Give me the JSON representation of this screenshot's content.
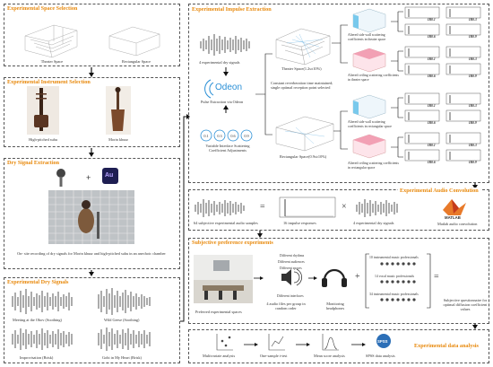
{
  "panels": {
    "space_selection": {
      "title": "Experimental Space Selection",
      "theater": "Theater Space",
      "rect": "Rectangular Space"
    },
    "instrument_selection": {
      "title": "Experimental Instrument Selection",
      "suhu": "High-pitched suhu",
      "morin": "Morin khuur"
    },
    "dry_extraction": {
      "title": "Dry Signal Extraction",
      "au": "Au",
      "caption": "On- site recording of dry signals for Morin khuur and high-pitched suhu in an anechoic chamber"
    },
    "dry_signals": {
      "title": "Experimental Dry Signals",
      "s1": "Meeting at the Obov (Soothing)",
      "s2": "Wild Geese (Soothing)",
      "s3": "Improvisation (Brisk)",
      "s4": "Gobi in My Heart (Brisk)"
    },
    "impulse": {
      "title": "Experimental Impulse Extraction",
      "dry4": "4 experimental dry signals",
      "odeon": "Odeon",
      "pulse": "Pulse Extraction via Odeon",
      "coeffs": [
        "0.1",
        "0.3",
        "0.6",
        "0.9"
      ],
      "variable": "Variable Interface Scattering Coefficient Adjustments",
      "theater_space": "Theater Space(1.2s±10%)",
      "constant": "Constant reverberation time maintained; single optimal reception point selected",
      "rect_space": "Rectangular Space(0.9s±10%)",
      "alt1": "Altered side wall scattering coefficients in theater space",
      "alt2": "Altered ceiling scattering coefficients in theater space",
      "alt3": "Altered side wall scattering coefficients in rectangular space",
      "alt4": "Altered ceiling scattering coefficients in rectangular space",
      "ir": [
        "IR0.1",
        "IR0.3",
        "IR0.6",
        "IR0.9"
      ]
    },
    "convolution": {
      "title": "Experimental Audio Convolution",
      "samples": "64 subjective experimental audio samples",
      "impulses": "16 impulse responses",
      "dry": "4 experimental dry signals",
      "matlab": "MATLAB",
      "matlab_conv": "Matlab audio convolution",
      "eq": "=",
      "x": "×"
    },
    "preference": {
      "title": "Subjective preference experiments",
      "room": "Preferred experimental spaces",
      "files": "4 audio files per group in random order",
      "rhythms": "Different rhythms",
      "audiences": "Different audiences",
      "spaces": "Different spaces",
      "interfaces": "Different interfaces",
      "headphones": "Monitoring headphones",
      "p1": "10 instrumental music professionals",
      "p2": "14 vocal music professionals",
      "p3": "34 instrumental music professionals",
      "questionnaire": "Subjective questionnaire for optimal diffusion coefficient values",
      "plus": "+",
      "eq": "="
    },
    "analysis": {
      "title": "Experimental data analysis",
      "multi": "Multivariate analysis",
      "ttest": "One-sample t-test",
      "mean": "Mean score analysis",
      "spss_label": "SPSS",
      "spss": "SPSS data analysis"
    }
  }
}
